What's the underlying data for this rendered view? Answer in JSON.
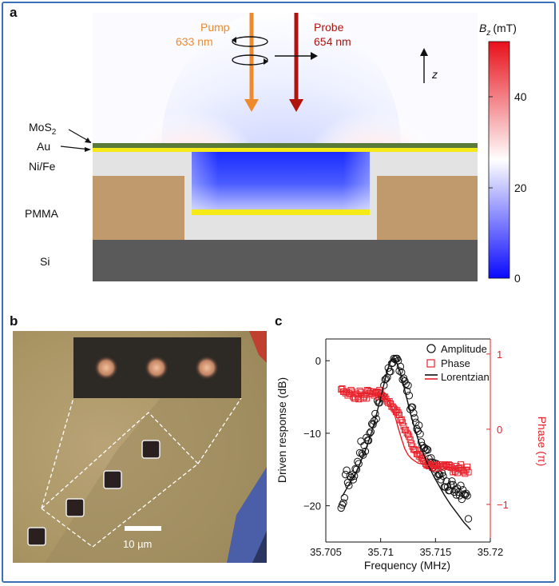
{
  "panels": {
    "a": {
      "label": "a",
      "pump": {
        "name": "Pump",
        "wavelength": "633 nm"
      },
      "probe": {
        "name": "Probe",
        "wavelength": "654 nm"
      },
      "axis_label": "z",
      "layers": {
        "mos2": "MoS",
        "mos2_sub": "2",
        "au": "Au",
        "nife": "Ni/Fe",
        "pmma": "PMMA",
        "si": "Si"
      },
      "colorbar": {
        "title_var": "B",
        "title_sub": "z",
        "title_unit": "(mT)",
        "ticks": [
          "40",
          "20",
          "0"
        ],
        "colors": {
          "high": "#e8101a",
          "mid": "#ffffff",
          "low": "#0a0aff"
        }
      },
      "colors": {
        "pump": "#ef8a2c",
        "probe": "#b0120e",
        "au": "#f5ea17",
        "mos2": "#5a7a3a",
        "pmma": "#c09a6c",
        "si": "#5a5a5a",
        "nife": "#e3e3e3"
      }
    },
    "b": {
      "label": "b",
      "scale_bar": "10 µm"
    },
    "c": {
      "label": "c",
      "legend": [
        "Amplitude",
        "Phase",
        "Lorentzian"
      ]
    }
  },
  "chart_data": {
    "type": "scatter",
    "xlabel": "Frequency (MHz)",
    "ylabel": "Driven response (dB)",
    "y2label": "Phase (π)",
    "xlim": [
      35.705,
      35.72
    ],
    "ylim": [
      -25,
      3
    ],
    "y2lim": [
      -1.5,
      1.2
    ],
    "xticks": [
      "35.705",
      "35.71",
      "35.715",
      "35.72"
    ],
    "yticks": [
      "0",
      "−10",
      "−20"
    ],
    "y2ticks": [
      "1",
      "0",
      "−1"
    ],
    "series": [
      {
        "name": "Amplitude",
        "axis": "left",
        "marker": "circle",
        "color": "#111111",
        "x": [
          35.7064,
          35.7065,
          35.7066,
          35.7067,
          35.7068,
          35.7069,
          35.707,
          35.7071,
          35.7072,
          35.7073,
          35.7074,
          35.7075,
          35.7076,
          35.7077,
          35.7078,
          35.7079,
          35.708,
          35.7081,
          35.7082,
          35.7083,
          35.7084,
          35.7085,
          35.7086,
          35.7087,
          35.7088,
          35.7089,
          35.709,
          35.7091,
          35.7092,
          35.7093,
          35.7094,
          35.7095,
          35.7096,
          35.7097,
          35.7098,
          35.7099,
          35.71,
          35.7101,
          35.7102,
          35.7103,
          35.7104,
          35.7105,
          35.7106,
          35.7107,
          35.7108,
          35.7109,
          35.711,
          35.7111,
          35.7112,
          35.7113,
          35.7114,
          35.7115,
          35.7116,
          35.7117,
          35.7118,
          35.7119,
          35.712,
          35.7121,
          35.7122,
          35.7123,
          35.7124,
          35.7125,
          35.7126,
          35.7127,
          35.7128,
          35.7129,
          35.713,
          35.7131,
          35.7132,
          35.7133,
          35.7134,
          35.7135,
          35.7136,
          35.7137,
          35.7138,
          35.7139,
          35.714,
          35.7141,
          35.7142,
          35.7143,
          35.7144,
          35.7145,
          35.7146,
          35.7147,
          35.7148,
          35.7149,
          35.715,
          35.7151,
          35.7152,
          35.7153,
          35.7154,
          35.7155,
          35.7156,
          35.7157,
          35.7158,
          35.7159,
          35.716,
          35.7161,
          35.7162,
          35.7163,
          35.7164,
          35.7165,
          35.7166,
          35.7167,
          35.7168,
          35.7169,
          35.717,
          35.7171,
          35.7172,
          35.7173,
          35.7174,
          35.7175,
          35.7176,
          35.7177,
          35.7178,
          35.7179,
          35.718
        ],
        "y": [
          -20.3,
          -19.9,
          -19.6,
          -18.9,
          -15.7,
          -15.1,
          -16.8,
          -17.2,
          -15.9,
          -16.1,
          -15.7,
          -16.4,
          -15.9,
          -14.9,
          -15.0,
          -13.9,
          -14.2,
          -12.7,
          -11.1,
          -12.8,
          -13.0,
          -11.7,
          -12.5,
          -10.6,
          -11.0,
          -11.0,
          -10.0,
          -9.8,
          -8.7,
          -8.8,
          -8.3,
          -7.3,
          -8.0,
          -5.5,
          -5.8,
          -5.8,
          -4.6,
          -5.1,
          -4.8,
          -3.4,
          -2.6,
          -2.5,
          -2.3,
          -1.0,
          -1.5,
          -1.5,
          -0.4,
          -0.3,
          0.3,
          0.2,
          0.3,
          0.3,
          0.0,
          -1.4,
          -0.8,
          -1.6,
          -2.6,
          -2.4,
          -2.8,
          -3.2,
          -4.2,
          -3.4,
          -4.8,
          -6.7,
          -6.4,
          -6.4,
          -7.2,
          -7.9,
          -8.5,
          -9.4,
          -9.7,
          -8.9,
          -10.1,
          -11.2,
          -11.7,
          -12.1,
          -12.0,
          -12.4,
          -12.2,
          -12.3,
          -13.5,
          -14.0,
          -13.4,
          -14.0,
          -14.7,
          -14.1,
          -15.0,
          -14.2,
          -15.9,
          -15.7,
          -15.7,
          -16.4,
          -15.5,
          -15.9,
          -17.4,
          -17.4,
          -16.6,
          -17.4,
          -17.9,
          -17.9,
          -17.1,
          -16.6,
          -17.1,
          -18.1,
          -17.8,
          -18.5,
          -17.6,
          -18.1,
          -18.6,
          -17.2,
          -19.1,
          -17.8,
          -18.4,
          -18.5,
          -18.3,
          -18.6,
          -21.8
        ]
      },
      {
        "name": "Phase",
        "axis": "right",
        "marker": "square",
        "color": "#e8202a",
        "x": [
          35.7064,
          35.7065,
          35.7066,
          35.7067,
          35.7068,
          35.7069,
          35.707,
          35.7071,
          35.7072,
          35.7073,
          35.7074,
          35.7075,
          35.7076,
          35.7077,
          35.7078,
          35.7079,
          35.708,
          35.7081,
          35.7082,
          35.7083,
          35.7084,
          35.7085,
          35.7086,
          35.7087,
          35.7088,
          35.7089,
          35.709,
          35.7091,
          35.7092,
          35.7093,
          35.7094,
          35.7095,
          35.7096,
          35.7097,
          35.7098,
          35.7099,
          35.71,
          35.7101,
          35.7102,
          35.7103,
          35.7104,
          35.7105,
          35.7106,
          35.7107,
          35.7108,
          35.7109,
          35.711,
          35.7111,
          35.7112,
          35.7113,
          35.7114,
          35.7115,
          35.7116,
          35.7117,
          35.7118,
          35.7119,
          35.712,
          35.7121,
          35.7122,
          35.7123,
          35.7124,
          35.7125,
          35.7126,
          35.7127,
          35.7128,
          35.7129,
          35.713,
          35.7131,
          35.7132,
          35.7133,
          35.7134,
          35.7135,
          35.7136,
          35.7137,
          35.7138,
          35.7139,
          35.714,
          35.7141,
          35.7142,
          35.7143,
          35.7144,
          35.7145,
          35.7146,
          35.7147,
          35.7148,
          35.7149,
          35.715,
          35.7151,
          35.7152,
          35.7153,
          35.7154,
          35.7155,
          35.7156,
          35.7157,
          35.7158,
          35.7159,
          35.716,
          35.7161,
          35.7162,
          35.7163,
          35.7164,
          35.7165,
          35.7166,
          35.7167,
          35.7168,
          35.7169,
          35.717,
          35.7171,
          35.7172,
          35.7173,
          35.7174,
          35.7175,
          35.7176,
          35.7177,
          35.7178,
          35.7179,
          35.718
        ],
        "y": [
          0.53,
          0.54,
          0.5,
          0.5,
          0.48,
          0.5,
          0.45,
          0.48,
          0.47,
          0.52,
          0.5,
          0.43,
          0.41,
          0.41,
          0.47,
          0.43,
          0.4,
          0.51,
          0.49,
          0.46,
          0.41,
          0.43,
          0.46,
          0.41,
          0.52,
          0.51,
          0.48,
          0.5,
          0.47,
          0.5,
          0.45,
          0.48,
          0.49,
          0.5,
          0.43,
          0.52,
          0.49,
          0.45,
          0.44,
          0.43,
          0.43,
          0.4,
          0.37,
          0.35,
          0.37,
          0.34,
          0.3,
          0.3,
          0.28,
          0.26,
          0.23,
          0.25,
          0.22,
          0.19,
          0.12,
          0.13,
          0.09,
          0.04,
          -0.01,
          -0.01,
          -0.05,
          -0.07,
          -0.1,
          -0.14,
          -0.19,
          -0.23,
          -0.27,
          -0.27,
          -0.28,
          -0.33,
          -0.33,
          -0.36,
          -0.34,
          -0.39,
          -0.38,
          -0.42,
          -0.43,
          -0.46,
          -0.48,
          -0.47,
          -0.49,
          -0.46,
          -0.48,
          -0.51,
          -0.49,
          -0.52,
          -0.48,
          -0.49,
          -0.52,
          -0.47,
          -0.47,
          -0.49,
          -0.51,
          -0.49,
          -0.49,
          -0.47,
          -0.48,
          -0.5,
          -0.47,
          -0.48,
          -0.51,
          -0.51,
          -0.57,
          -0.53,
          -0.56,
          -0.49,
          -0.58,
          -0.52,
          -0.51,
          -0.47,
          -0.54,
          -0.55,
          -0.57,
          -0.59,
          -0.54,
          -0.5,
          -0.57
        ]
      },
      {
        "name": "Lorentzian",
        "axis": "left",
        "marker": "line",
        "color": "#111111",
        "x": [
          35.7065,
          35.7068,
          35.7071,
          35.7074,
          35.7077,
          35.708,
          35.7083,
          35.7086,
          35.7089,
          35.7092,
          35.7095,
          35.7098,
          35.7101,
          35.7104,
          35.7107,
          35.711,
          35.7113,
          35.7116,
          35.7119,
          35.7122,
          35.7125,
          35.7128,
          35.7131,
          35.7134,
          35.7137,
          35.714,
          35.7143,
          35.7146,
          35.7149,
          35.7152,
          35.7155,
          35.7158,
          35.7161,
          35.7164,
          35.7167,
          35.717,
          35.7173,
          35.7176,
          35.7179,
          35.7182
        ],
        "y": [
          -18.7,
          -17.9,
          -17.1,
          -16.3,
          -15.5,
          -14.6,
          -13.5,
          -12.4,
          -11.1,
          -9.7,
          -8.1,
          -6.3,
          -4.5,
          -2.6,
          -0.9,
          0.2,
          0.3,
          -0.7,
          -2.2,
          -4.1,
          -5.9,
          -7.7,
          -9.3,
          -10.8,
          -12.1,
          -13.2,
          -14.3,
          -15.2,
          -16.1,
          -16.9,
          -17.7,
          -18.5,
          -19.2,
          -19.9,
          -20.5,
          -21.1,
          -21.7,
          -22.3,
          -22.8,
          -23.3
        ]
      },
      {
        "name": "Lorentzian",
        "axis": "right",
        "marker": "line",
        "color": "#e8202a",
        "x": [
          35.7065,
          35.7068,
          35.7071,
          35.7074,
          35.7077,
          35.708,
          35.7083,
          35.7086,
          35.7089,
          35.7092,
          35.7095,
          35.7098,
          35.7101,
          35.7104,
          35.7107,
          35.711,
          35.7113,
          35.7116,
          35.7119,
          35.7122,
          35.7125,
          35.7128,
          35.7131,
          35.7134,
          35.7137,
          35.714,
          35.7143,
          35.7146,
          35.7149,
          35.7152,
          35.7155,
          35.7158,
          35.7161,
          35.7164,
          35.7167,
          35.717,
          35.7173,
          35.7176,
          35.7179,
          35.7182
        ],
        "y": [
          0.51,
          0.49,
          0.49,
          0.49,
          0.49,
          0.48,
          0.48,
          0.48,
          0.48,
          0.47,
          0.47,
          0.46,
          0.44,
          0.42,
          0.38,
          0.3,
          0.18,
          0.02,
          -0.13,
          -0.26,
          -0.34,
          -0.39,
          -0.42,
          -0.45,
          -0.46,
          -0.47,
          -0.48,
          -0.49,
          -0.49,
          -0.49,
          -0.5,
          -0.5,
          -0.5,
          -0.51,
          -0.51,
          -0.51,
          -0.51,
          -0.51,
          -0.51,
          -0.51
        ]
      }
    ]
  }
}
